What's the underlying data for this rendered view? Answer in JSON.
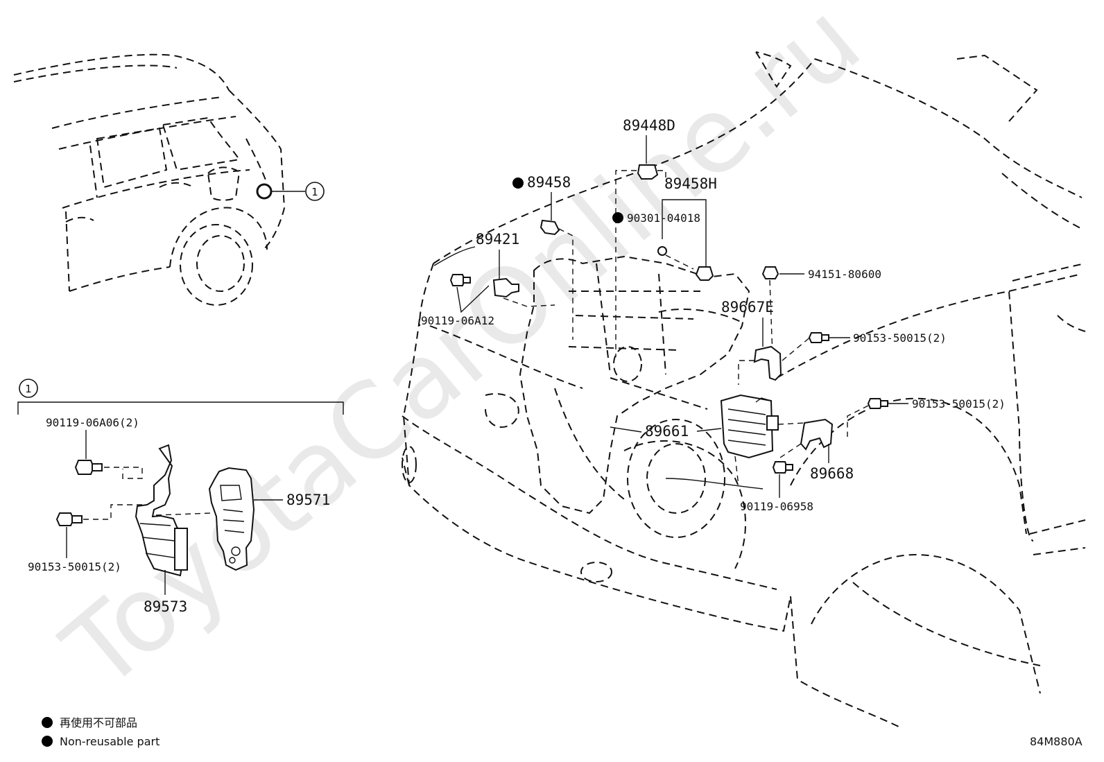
{
  "watermark": "ToyotaCarOnline.ru",
  "ref_marker": "1",
  "labels": {
    "p89448D": "89448D",
    "p89458": "89458",
    "p89458H": "89458H",
    "p90301": "90301-04018",
    "p89421": "89421",
    "p94151": "94151-80600",
    "p90119_06A12": "90119-06A12",
    "p89667E": "89667E",
    "p90153_a": "90153-50015(2)",
    "p90153_b": "90153-50015(2)",
    "p89661": "89661",
    "p89668": "89668",
    "p90119_06958": "90119-06958",
    "p90119_06A06": "90119-06A06(2)",
    "p89571": "89571",
    "p90153_c": "90153-50015(2)",
    "p89573": "89573"
  },
  "legend": {
    "jp": "再使用不可部品",
    "en": "Non-reusable part"
  },
  "diagram_code": "84M880A"
}
